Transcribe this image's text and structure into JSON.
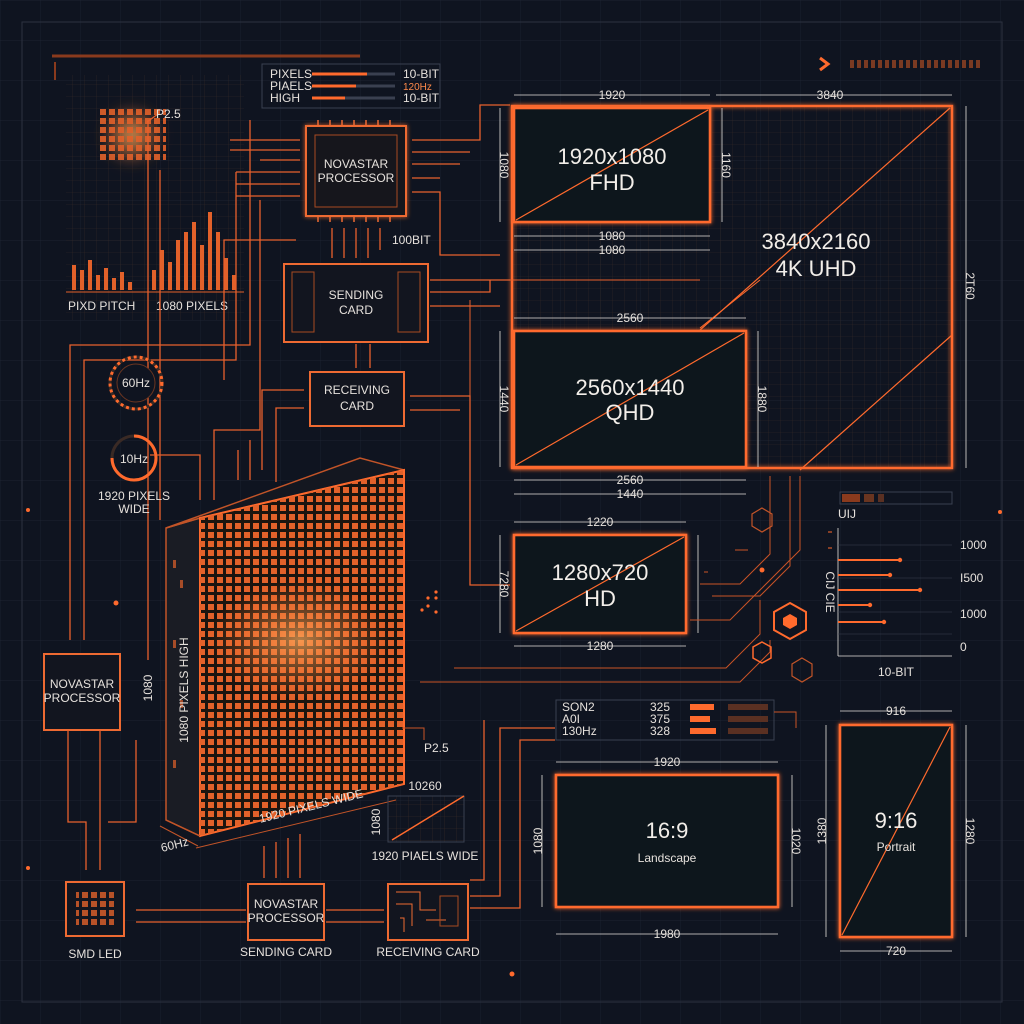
{
  "top_legend": {
    "rows": [
      {
        "label": "PIXELS",
        "value": "10-BIT"
      },
      {
        "label": "PIAELS",
        "value": "120Hz"
      },
      {
        "label": "HIGH",
        "value": "10-BIT"
      }
    ]
  },
  "pixel_panel": {
    "pitch_label": "P2.5",
    "left_caption": "PIXD PITCH",
    "right_caption": "1080 PIXELS"
  },
  "gauges": {
    "g1": "60Hz",
    "g2": "10Hz",
    "g2_caption_line1": "1920 PIXELS",
    "g2_caption_line2": "WIDE"
  },
  "chain": {
    "processor_top_line1": "NOVASTAR",
    "processor_top_line2": "PROCESSOR",
    "bit_label": "100BIT",
    "sending_card_line1": "SENDING",
    "sending_card_line2": "CARD",
    "receiving_card_line1": "RECEIVING",
    "receiving_card_line2": "CARD",
    "processor_left_line1": "NOVASTAR",
    "processor_left_line2": "PROCESSOR",
    "left_dim": "1080"
  },
  "led_panel": {
    "height_label": "1080 PIXELS HIGH",
    "width_label": "1920 PIXELS WIDE",
    "pitch": "P2.5",
    "rate": "60Hz"
  },
  "mini_chart": {
    "top": "10260",
    "side": "1080",
    "caption": "1920 PIAELS WIDE"
  },
  "bottom_chain": {
    "smd": "SMD LED",
    "processor_line1": "NOVASTAR",
    "processor_line2": "PROCESSOR",
    "sending": "SENDING CARD",
    "receiving": "RECEIVING CARD"
  },
  "resolutions": {
    "fhd": {
      "title": "1920x1080",
      "sub": "FHD",
      "top": "1920",
      "left": "1080",
      "right": "1160",
      "bottom1": "1080",
      "bottom2": "1080"
    },
    "uhd": {
      "title": "3840x2160",
      "sub": "4K UHD",
      "top": "3840",
      "right": "2T60"
    },
    "qhd": {
      "title": "2560x1440",
      "sub": "QHD",
      "top": "2560",
      "left": "1440",
      "right": "1880",
      "bottom1": "2560",
      "bottom2": "1440"
    },
    "hd": {
      "title": "1280x720",
      "sub": "HD",
      "top": "1220",
      "left": "7280",
      "bottom": "1280"
    },
    "landscape": {
      "title": "16:9",
      "sub": "Landscape",
      "top": "1920",
      "left": "1080",
      "right": "1020",
      "bottom": "1980"
    },
    "portrait": {
      "title": "9:16",
      "sub": "Portrait",
      "top": "916",
      "left": "1380",
      "right": "1280",
      "bottom": "720"
    }
  },
  "bit_chart": {
    "header": "UIJ",
    "ticks": [
      "1000",
      "I500",
      "1000",
      "0"
    ],
    "side": "CIJ CIE",
    "caption": "10-BIT"
  },
  "spec_table": {
    "rows": [
      {
        "a": "SON2",
        "b": "325"
      },
      {
        "a": "A0I",
        "b": "375"
      },
      {
        "a": "130Hz",
        "b": "328"
      }
    ]
  },
  "colors": {
    "background": "#0f1420",
    "accent": "#ff6a2d",
    "text": "#e6e1dc"
  }
}
